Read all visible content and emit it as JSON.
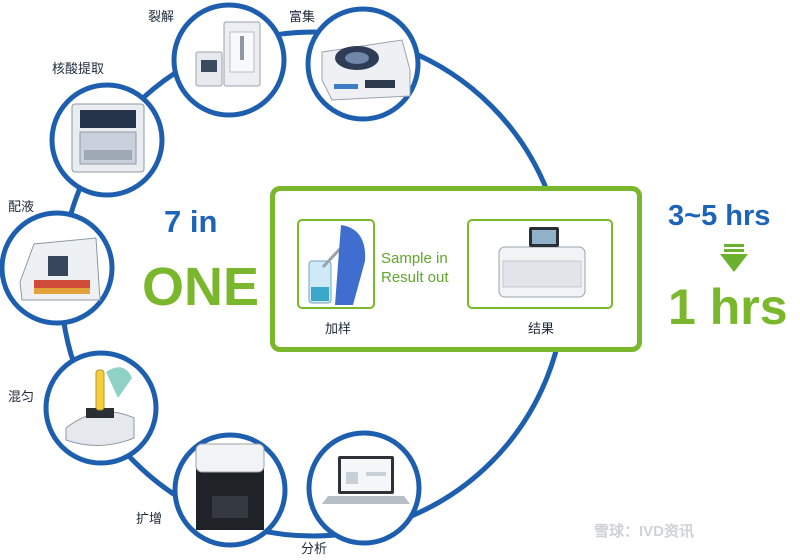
{
  "steps": [
    {
      "id": "lysis",
      "label": "裂解"
    },
    {
      "id": "enrich",
      "label": "富集"
    },
    {
      "id": "extract",
      "label": "核酸提取"
    },
    {
      "id": "dispense",
      "label": "配液"
    },
    {
      "id": "mix",
      "label": "混匀"
    },
    {
      "id": "amplify",
      "label": "扩增"
    },
    {
      "id": "analyze",
      "label": "分析"
    }
  ],
  "left": {
    "line1": "7 in",
    "line2": "ONE"
  },
  "center": {
    "sample_in": "Sample in",
    "result_out": "Result out",
    "add_sample": "加样",
    "result": "结果"
  },
  "right": {
    "before": "3~5 hrs",
    "after": "1 hrs"
  },
  "watermark": "雪球：IVD资讯",
  "colors": {
    "ring": "#1d5fae",
    "blue_text": "#1d63b8",
    "green": "#7ab72d"
  }
}
